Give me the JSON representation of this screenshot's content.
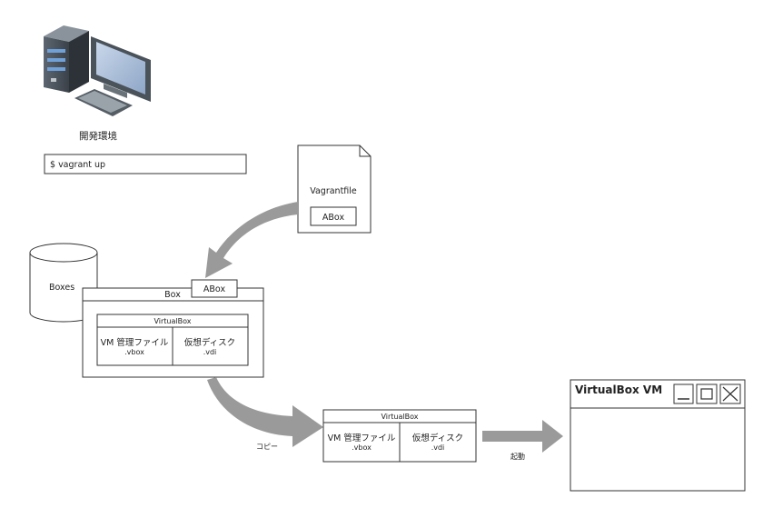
{
  "dev_env": {
    "label": "開発環境",
    "command": "$ vagrant up"
  },
  "vagrantfile": {
    "label": "Vagrantfile",
    "box_ref": "ABox"
  },
  "boxes_store": {
    "label": "Boxes"
  },
  "box": {
    "title": "Box",
    "tab": "ABox",
    "virtualbox": {
      "title": "VirtualBox",
      "vm_file_label": "VM 管理ファイル",
      "vm_file_ext": ".vbox",
      "disk_label": "仮想ディスク",
      "disk_ext": ".vdi"
    }
  },
  "copy_label": "コピー",
  "copied_virtualbox": {
    "title": "VirtualBox",
    "vm_file_label": "VM 管理ファイル",
    "vm_file_ext": ".vbox",
    "disk_label": "仮想ディスク",
    "disk_ext": ".vdi"
  },
  "launch_label": "起動",
  "vm_window": {
    "title": "VirtualBox VM"
  }
}
